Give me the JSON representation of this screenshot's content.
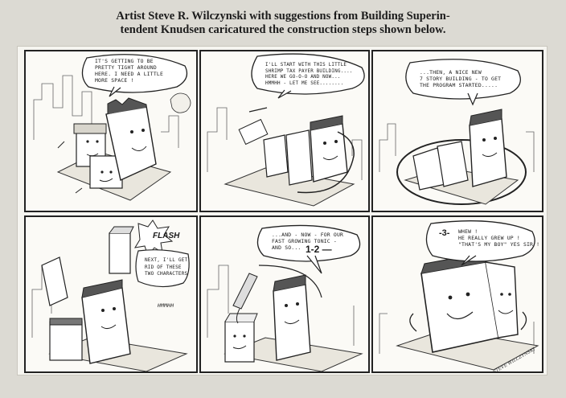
{
  "caption": {
    "line1": "Artist Steve R. Wilczynski with suggestions from Building Superin-",
    "line2": "tendent Knudsen caricatured the construction steps shown below."
  },
  "panels": [
    {
      "balloon": "IT'S GETTING TO BE\nPRETTY TIGHT AROUND\nHERE. I NEED A LITTLE\nMORE SPACE !"
    },
    {
      "balloon": "I'LL START WITH THIS LITTLE\nSHRIMP TAX PAYER BUILDING....\nHERE WE GO-O-O AND NOW...\nHMMHH - LET ME SEE........"
    },
    {
      "balloon": "...THEN, A NICE NEW\n7 STORY BUILDING - TO GET\nTHE PROGRAM STARTED....."
    },
    {
      "balloon": "NEXT, I'LL GET\nRID OF THESE\nTWO CHARACTERS",
      "sfx": "FLASH",
      "hum": "HMMHH"
    },
    {
      "balloon": "...AND - NOW - FOR OUR\nFAST GROWING TONIC -\nAND SO...",
      "count": "1-2 —"
    },
    {
      "balloon_big": "-3- ",
      "balloon": "WHEW !\nHE REALLY GREW UP !\n\"THAT'S MY BOY\" YES SIR !"
    }
  ],
  "signature": "STEVE WILCZYNSKI"
}
